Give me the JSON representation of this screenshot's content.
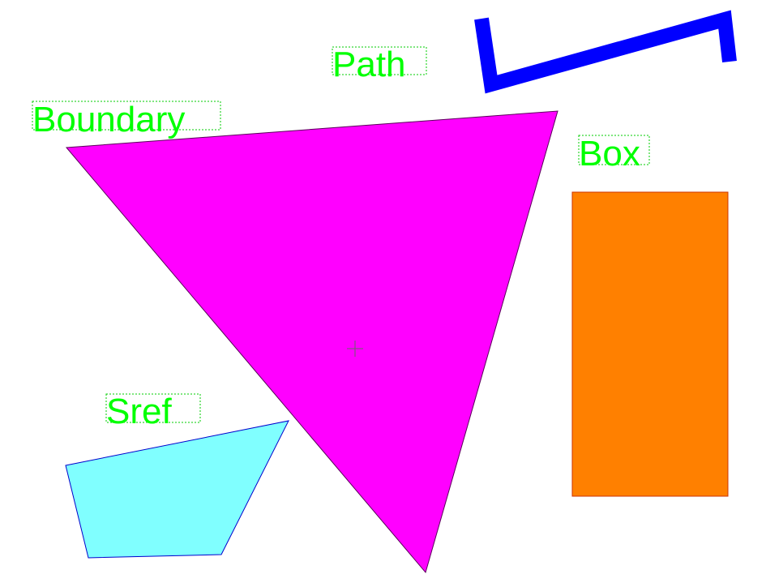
{
  "colors": {
    "background": "#ffffff",
    "label": "#00ff00",
    "label_box": "#00cc00",
    "boundary_fill": "#ff00ff",
    "boundary_stroke": "#5a005a",
    "path_stroke": "#0000ff",
    "box_fill": "#ff8000",
    "box_stroke": "#cc3300",
    "sref_fill": "#80ffff",
    "sref_stroke": "#0000cc",
    "crosshair": "#666666"
  },
  "labels": {
    "path": "Path",
    "boundary": "Boundary",
    "box": "Box",
    "sref": "Sref"
  },
  "icons": {
    "origin_marker": "crosshair-icon"
  }
}
